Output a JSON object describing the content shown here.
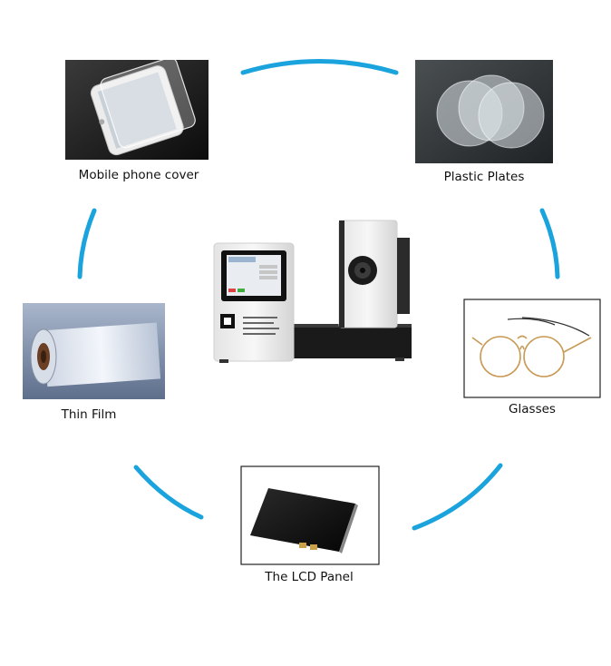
{
  "diagram": {
    "arc_color": "#1aa3dc",
    "center_device": {
      "name": "haze meter instrument"
    },
    "items": [
      {
        "id": "mobile-phone-cover",
        "label": "Mobile phone cover",
        "icon": "phone-screen-protector-photo"
      },
      {
        "id": "plastic-plates",
        "label": "Plastic Plates",
        "icon": "plastic-discs-photo"
      },
      {
        "id": "glasses",
        "label": "Glasses",
        "icon": "eyeglasses-photo"
      },
      {
        "id": "lcd-panel",
        "label": "The LCD Panel",
        "icon": "lcd-panel-photo"
      },
      {
        "id": "thin-film",
        "label": "Thin Film",
        "icon": "film-roll-photo"
      }
    ]
  }
}
